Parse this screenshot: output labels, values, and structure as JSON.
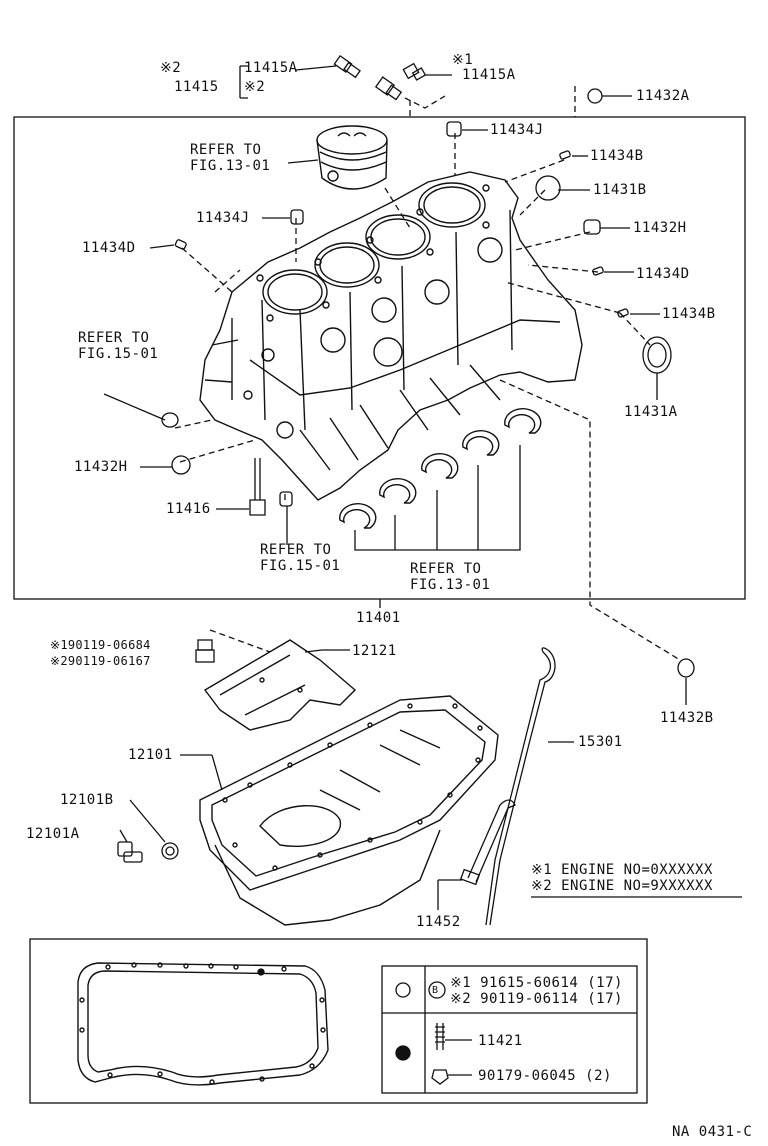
{
  "labels": {
    "p11415A_top": "11415A",
    "p11415A_right": "11415A",
    "p11415": "11415",
    "mark2_a": "※2",
    "mark2_b": "※2",
    "mark1_a": "※1",
    "p11432A": "11432A",
    "p11434J_top": "11434J",
    "p11434B_top": "11434B",
    "p11431B": "11431B",
    "p11432H_right": "11432H",
    "p11434D_right": "11434D",
    "p11434B_right": "11434B",
    "p11431A": "11431A",
    "p11434J_left": "11434J",
    "p11434D_left": "11434D",
    "p11432H_left": "11432H",
    "p11416": "11416",
    "p11401": "11401",
    "p11432B": "11432B",
    "p12121": "12121",
    "p12101": "12101",
    "p12101B": "12101B",
    "p12101A": "12101A",
    "p15301": "15301",
    "p11452": "11452",
    "refer_13_01_top_1": "REFER TO",
    "refer_13_01_top_2": "FIG.13-01",
    "refer_15_01_left_1": "REFER TO",
    "refer_15_01_left_2": "FIG.15-01",
    "refer_15_01_bottom_1": "REFER TO",
    "refer_15_01_bottom_2": "FIG.15-01",
    "refer_13_01_bottom_1": "REFER TO",
    "refer_13_01_bottom_2": "FIG.13-01",
    "bolt_1": "※190119-06684",
    "bolt_2": "※290119-06167"
  },
  "engine_notes": [
    "※1 ENGINE NO=0XXXXXX",
    "※2 ENGINE NO=9XXXXXX"
  ],
  "legend": {
    "rows": [
      {
        "part_line1": "※1  91615-60614 (17)",
        "part_line2": "※2  90119-06114 (17)"
      },
      {
        "part_a": "11421",
        "part_b": "90179-06045 (2)"
      }
    ],
    "circle_letter": "B"
  },
  "figure_code": "NA 0431-C"
}
